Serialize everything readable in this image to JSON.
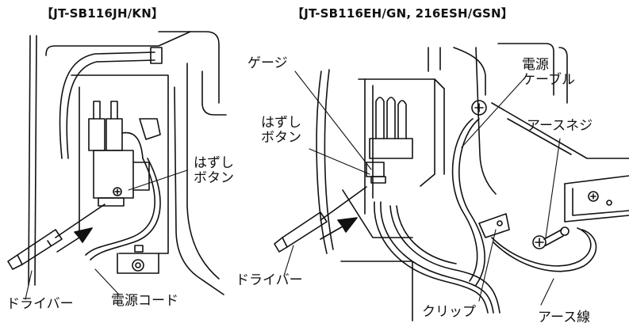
{
  "titles": {
    "left": "【JT-SB116JH/KN】",
    "right": "【JT-SB116EH/GN, 216ESH/GSN】"
  },
  "left_panel": {
    "release_button": [
      "はずし",
      "ボタン"
    ],
    "screwdriver": "ドライバー",
    "power_cord": "電源コード"
  },
  "right_panel": {
    "gauge": "ゲージ",
    "release_button": [
      "はずし",
      "ボタン"
    ],
    "power_cable": [
      "電源",
      "ケーブル"
    ],
    "earth_screw": "アースネジ",
    "screwdriver": "ドライバー",
    "clip": "クリップ",
    "earth_wire": "アース線"
  }
}
